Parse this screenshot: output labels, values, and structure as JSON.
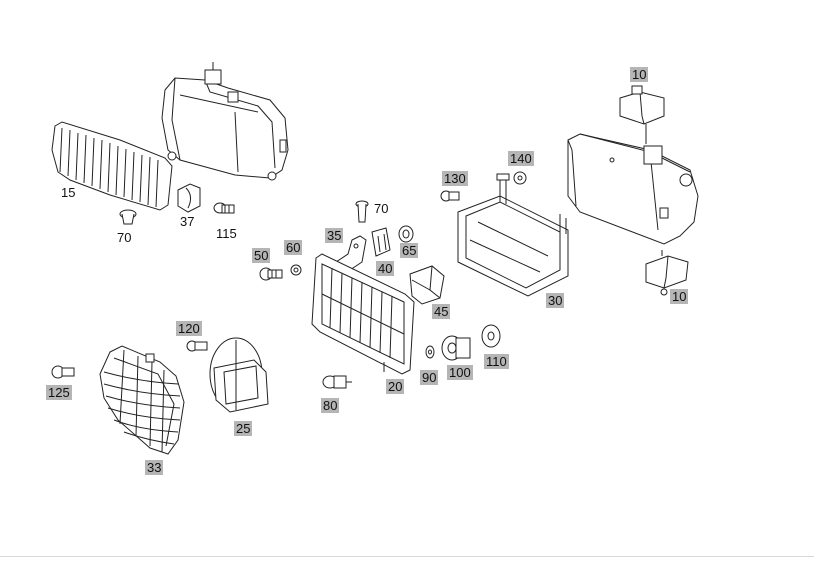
{
  "labels": {
    "p10_top": "10",
    "p10_bottom": "10",
    "p15": "15",
    "p20": "20",
    "p25": "25",
    "p30": "30",
    "p33": "33",
    "p35": "35",
    "p37": "37",
    "p40": "40",
    "p45": "45",
    "p50": "50",
    "p60": "60",
    "p65": "65",
    "p70_left": "70",
    "p70_mid": "70",
    "p80": "80",
    "p90": "90",
    "p100": "100",
    "p110": "110",
    "p115": "115",
    "p120": "120",
    "p125": "125",
    "p130": "130",
    "p140": "140"
  }
}
